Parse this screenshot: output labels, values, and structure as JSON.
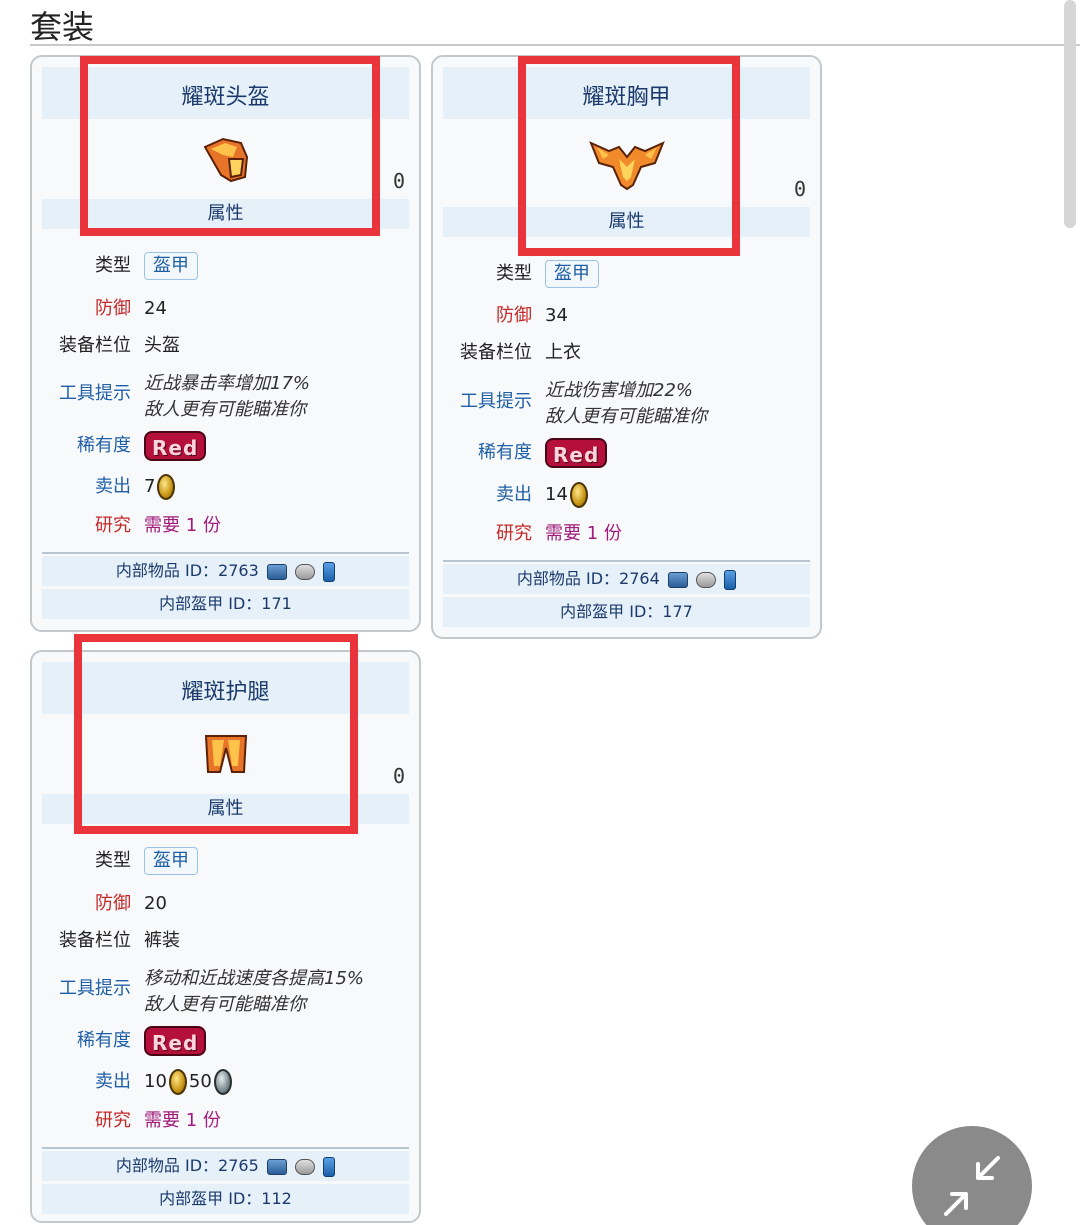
{
  "section": {
    "title": "套装"
  },
  "labels": {
    "type": "类型",
    "defense": "防御",
    "slot": "装备栏位",
    "tooltip": "工具提示",
    "rarity": "稀有度",
    "sell": "卖出",
    "research": "研究",
    "attributes": "属性"
  },
  "rarity_text": "Red",
  "side_mark": "0",
  "cards": [
    {
      "name": "耀斑头盔",
      "type_tag": "盔甲",
      "defense": "24",
      "slot": "头盔",
      "tooltip": [
        "近战暴击率增加17%",
        "敌人更有可能瞄准你"
      ],
      "sell_gold": "7",
      "research": "需要 1 份",
      "item_id": "内部物品 ID：2763",
      "armor_id": "内部盔甲 ID：171",
      "icon": "helmet-icon"
    },
    {
      "name": "耀斑胸甲",
      "type_tag": "盔甲",
      "defense": "34",
      "slot": "上衣",
      "tooltip": [
        "近战伤害增加22%",
        "敌人更有可能瞄准你"
      ],
      "sell_gold": "14",
      "research": "需要 1 份",
      "item_id": "内部物品 ID：2764",
      "armor_id": "内部盔甲 ID：177",
      "icon": "breastplate-icon"
    },
    {
      "name": "耀斑护腿",
      "type_tag": "盔甲",
      "defense": "20",
      "slot": "裤装",
      "tooltip": [
        "移动和近战速度各提高15%",
        "敌人更有可能瞄准你"
      ],
      "sell_gold": "10",
      "sell_silver": "50",
      "research": "需要 1 份",
      "item_id": "内部物品 ID：2765",
      "armor_id": "内部盔甲 ID：112",
      "icon": "leggings-icon"
    }
  ],
  "colors": {
    "highlight_box": "#e8343a",
    "header_bg": "#e5f0f9",
    "defense_label": "#c62828",
    "link_blue": "#1f5fa8",
    "research_value": "#a01b7c",
    "rarity_badge": "#b5103b"
  }
}
